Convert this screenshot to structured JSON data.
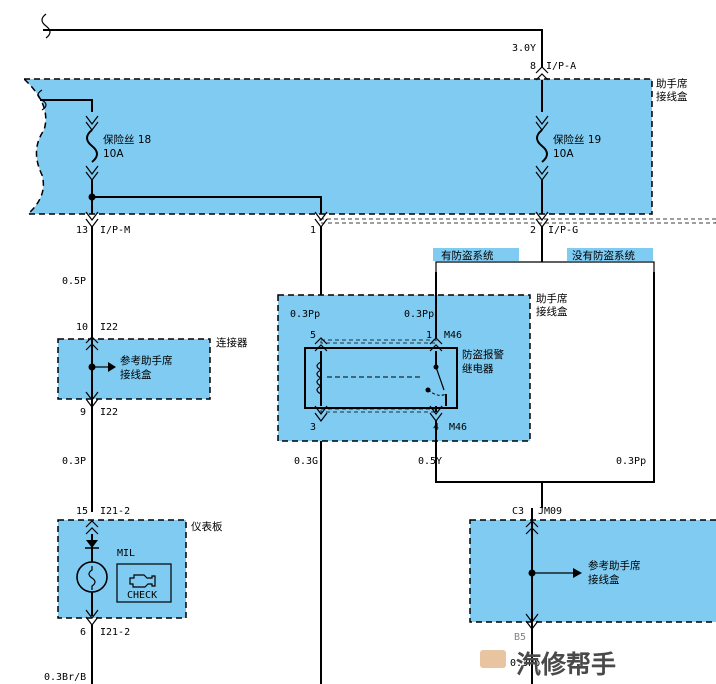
{
  "top": {
    "wire_size": "3.0Y",
    "pin": "8",
    "connector": "I/P-A"
  },
  "junction_box_top": {
    "title": [
      "助手席",
      "接线盒"
    ],
    "fuse18": {
      "name": "保险丝 18",
      "rating": "10A"
    },
    "fuse19": {
      "name": "保险丝 19",
      "rating": "10A"
    },
    "out_m": {
      "pin": "13",
      "connector": "I/P-M"
    },
    "out_1": {
      "pin": "1"
    },
    "out_g": {
      "pin": "2",
      "connector": "I/P-G"
    }
  },
  "options": {
    "with_immobilizer": "有防盗系统",
    "without_immobilizer": "没有防盗系统"
  },
  "wire_05p": "0.5P",
  "relay_box": {
    "title": [
      "助手席",
      "接线盒"
    ],
    "wire_left": "0.3Pp",
    "wire_right": "0.3Pp",
    "pin5": "5",
    "pin1": "1",
    "conn_top": "M46",
    "pin3": "3",
    "pin4": "4",
    "conn_bottom": "M46",
    "relay_name": [
      "防盗报警",
      "继电器"
    ]
  },
  "connector_box": {
    "title": "连接器",
    "pin_top": "10",
    "conn_top": "I22",
    "ref": [
      "参考助手席",
      "接线盒"
    ],
    "pin_bottom": "9",
    "conn_bottom": "I22"
  },
  "wire_03p": "0.3P",
  "wire_03g": "0.3G",
  "wire_05y": "0.5Y",
  "wire_03pp": "0.3Pp",
  "cluster": {
    "title": "仪表板",
    "pin_top": "15",
    "conn_top": "I21-2",
    "mil": "MIL",
    "check": "CHECK",
    "pin_bottom": "6",
    "conn_bottom": "I21-2"
  },
  "wire_bottom": "0.3Br/B",
  "jm_box": {
    "pin": "C3",
    "connector": "JM09",
    "ref": [
      "参考助手席",
      "接线盒"
    ],
    "pin_bottom": "B5",
    "wire_bottom": "0.3Pp"
  },
  "watermark": "汽修帮手"
}
